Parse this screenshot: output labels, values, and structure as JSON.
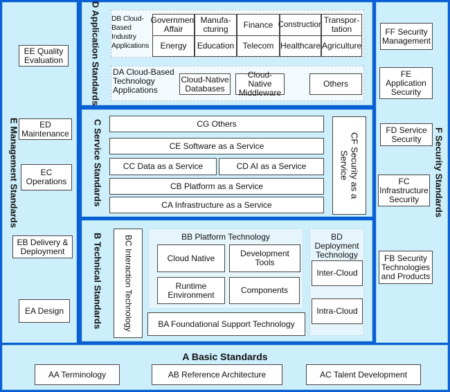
{
  "colors": {
    "frame": "#0b5fd4",
    "panel": "#cdeffb",
    "subpanel": "#e6f5fb",
    "box": "#ffffff"
  },
  "E": {
    "title": "E Management Standards",
    "items": [
      "EE Quality Evaluation",
      "ED Maintenance",
      "EC Operations",
      "EB Delivery & Deployment",
      "EA Design"
    ]
  },
  "F": {
    "title": "F Security Standards",
    "items": [
      "FF Security Management",
      "FE Application Security",
      "FD Service Security",
      "FC Infrastructure Security",
      "FB Security Technologies and Products"
    ]
  },
  "D": {
    "title": "D Application Standards",
    "DB": {
      "label": "DB Cloud-Based Industry Applications",
      "cells": [
        "Government Affair",
        "Manufa-cturing",
        "Finance",
        "Construction",
        "Transpor-tation",
        "Energy",
        "Education",
        "Telecom",
        "Healthcare",
        "Agriculture"
      ]
    },
    "DA": {
      "label": "DA Cloud-Based Technology Applications",
      "cells": [
        "Cloud-Native Databases",
        "Cloud-Native Middleware",
        "Others"
      ]
    }
  },
  "C": {
    "title": "C Service Standards",
    "CG": "CG Others",
    "CE": "CE Software as a Service",
    "CC": "CC Data as a Service",
    "CD": "CD AI as a Service",
    "CB": "CB Platform as a Service",
    "CA": "CA Infrastructure as a Service",
    "CF": "CF Security as a Service"
  },
  "B": {
    "title": "B Technical Standards",
    "BC": "BC Interaction Technology",
    "BB": {
      "label": "BB Platform Technology",
      "cells": [
        "Cloud Native",
        "Development Tools",
        "Runtime Environment",
        "Components"
      ]
    },
    "BA": "BA Foundational Support Technology",
    "BD": {
      "label": "BD Deployment Technology",
      "cells": [
        "Inter-Cloud",
        "Intra-Cloud"
      ]
    }
  },
  "A": {
    "title": "A Basic Standards",
    "items": [
      "AA Terminology",
      "AB Reference Architecture",
      "AC Talent Development"
    ]
  }
}
